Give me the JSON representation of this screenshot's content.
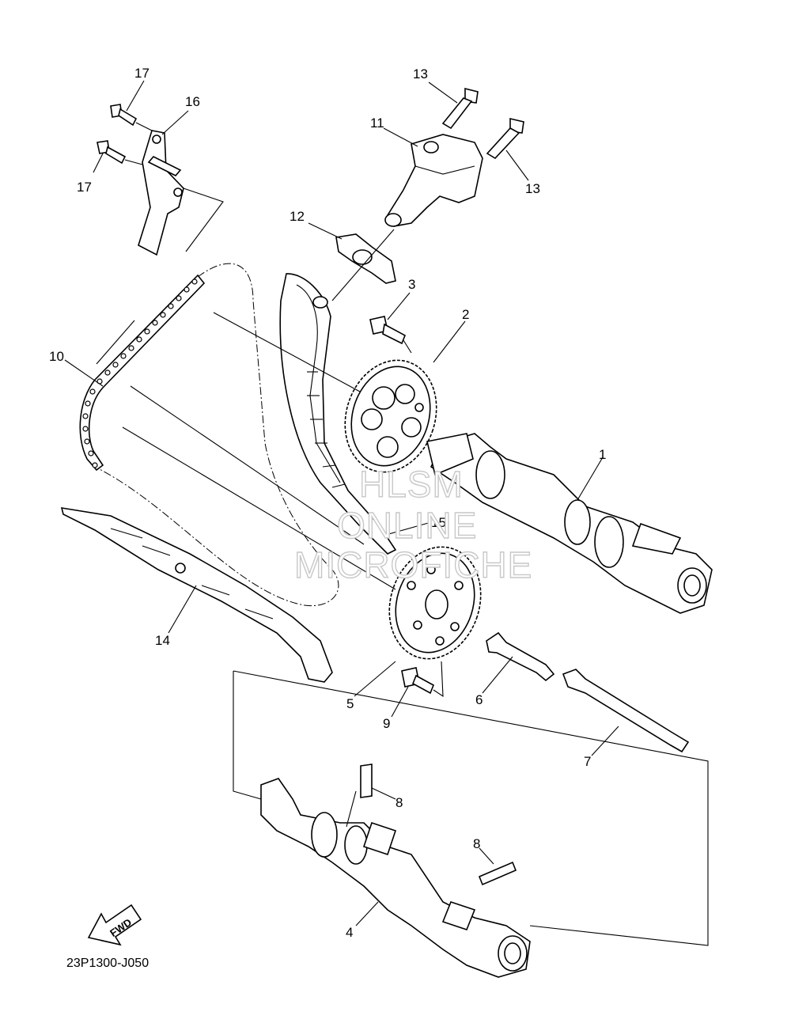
{
  "diagram_code": "23P1300-J050",
  "fwd_label": "FWD",
  "watermark": [
    "HLSM",
    "ONLINE",
    "MICROFICHE"
  ],
  "callouts": {
    "p1": "1",
    "p2": "2",
    "p3": "3",
    "p4": "4",
    "p5": "5",
    "p6": "6",
    "p7": "7",
    "p8a": "8",
    "p8b": "8",
    "p9": "9",
    "p10": "10",
    "p11": "11",
    "p12": "12",
    "p13a": "13",
    "p13b": "13",
    "p14": "14",
    "p15": "15",
    "p16": "16",
    "p17a": "17",
    "p17b": "17"
  },
  "icons": [
    "fwd-arrow-icon"
  ]
}
